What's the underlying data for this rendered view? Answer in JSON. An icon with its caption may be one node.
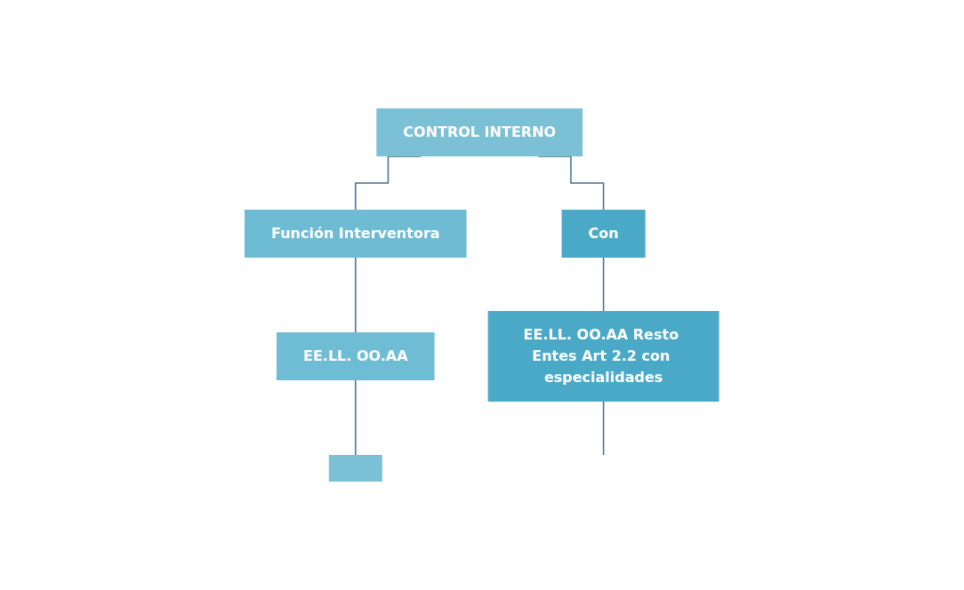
{
  "diagram": {
    "nodes": [
      {
        "text": [
          "CONTROL INTERNO"
        ]
      },
      {
        "text": [
          "Función Interventora"
        ]
      },
      {
        "text": [
          "Con"
        ]
      },
      {
        "text": [
          "EE.LL. OO.AA"
        ]
      },
      {
        "text": [
          "EE.LL. OO.AA Resto Entes Art 2.2 con especialidades"
        ]
      },
      {
        "text": [],
        "shape": "box"
      }
    ],
    "edges": [
      {
        "from": 0,
        "to": 1,
        "arrow": "none"
      },
      {
        "from": 0,
        "to": 2,
        "arrow": "none"
      },
      {
        "from": 1,
        "to": 3,
        "arrow": "none"
      },
      {
        "from": 2,
        "to": 4,
        "arrow": "none"
      },
      {
        "from": 3,
        "to": 5,
        "arrow": "none"
      },
      {
        "from": 4,
        "to": null,
        "arrow": "none"
      }
    ]
  }
}
